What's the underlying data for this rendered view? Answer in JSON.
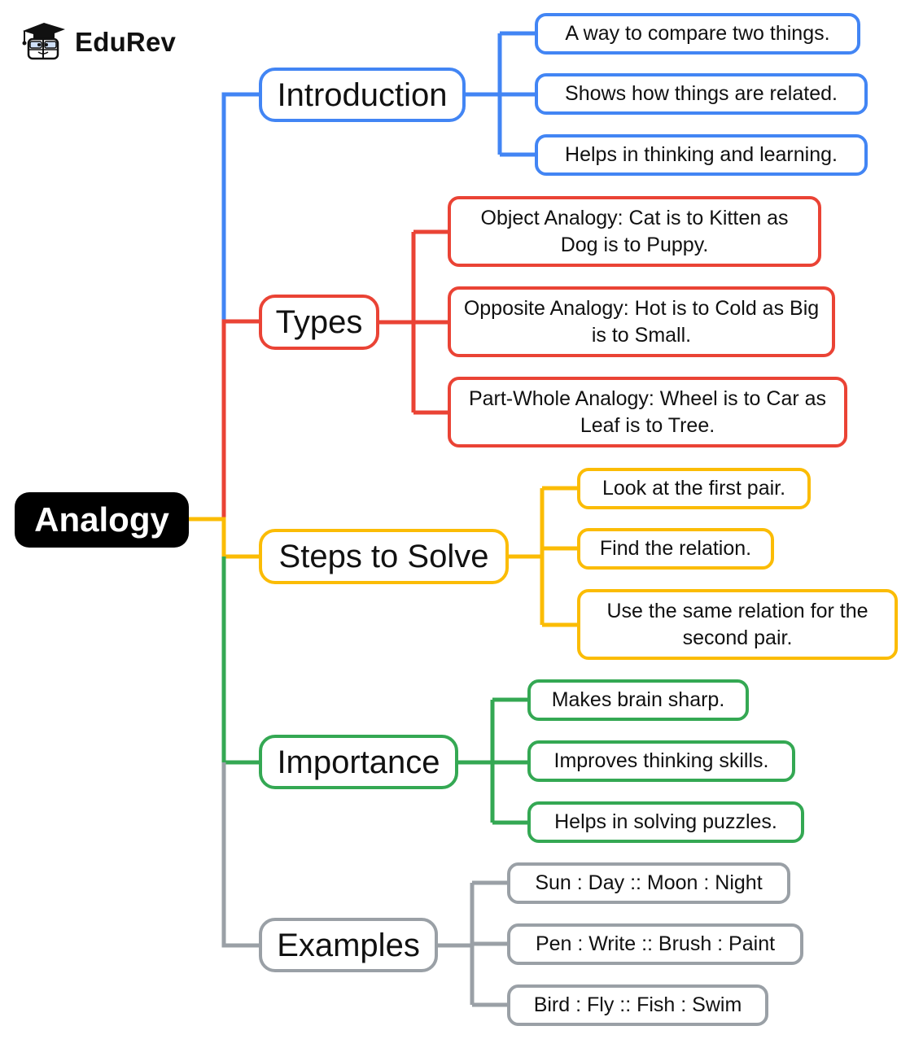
{
  "brand": {
    "name": "EduRev",
    "logo_icon": "graduation-cap-book-mascot-icon"
  },
  "colors": {
    "root": "#000000",
    "introduction": "#4285F4",
    "types": "#EA4335",
    "steps": "#FBBC05",
    "importance": "#34A853",
    "examples": "#9AA0A6"
  },
  "root": {
    "label": "Analogy"
  },
  "branches": [
    {
      "id": "introduction",
      "label": "Introduction",
      "children": [
        "A way to compare two things.",
        "Shows how things are related.",
        "Helps in thinking and learning."
      ]
    },
    {
      "id": "types",
      "label": "Types",
      "children": [
        "Object Analogy: Cat is to Kitten as Dog is to Puppy.",
        "Opposite Analogy: Hot is to Cold as Big is to Small.",
        "Part-Whole Analogy: Wheel is to Car as Leaf is to Tree."
      ]
    },
    {
      "id": "steps",
      "label": "Steps to Solve",
      "children": [
        "Look at the first pair.",
        "Find the relation.",
        "Use the same relation for the second pair."
      ]
    },
    {
      "id": "importance",
      "label": "Importance",
      "children": [
        "Makes brain sharp.",
        "Improves thinking skills.",
        "Helps in solving puzzles."
      ]
    },
    {
      "id": "examples",
      "label": "Examples",
      "children": [
        "Sun : Day :: Moon : Night",
        "Pen : Write :: Brush : Paint",
        "Bird : Fly :: Fish : Swim"
      ]
    }
  ]
}
